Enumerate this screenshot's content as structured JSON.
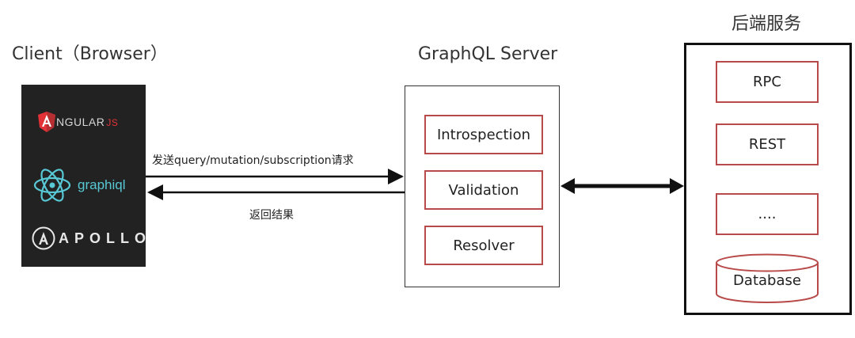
{
  "client": {
    "title": "Client（Browser）",
    "logos": {
      "angular_main": "NGULAR",
      "angular_suffix": "JS",
      "graphiql": "graphiql",
      "apollo": "APOLLO"
    }
  },
  "server": {
    "title": "GraphQL Server",
    "components": [
      "Introspection",
      "Validation",
      "Resolver"
    ]
  },
  "backend": {
    "title": "后端服务",
    "services": [
      "RPC",
      "REST",
      "....",
      "Database"
    ]
  },
  "arrows": {
    "request_label": "发送query/mutation/subscription请求",
    "response_label": "返回结果"
  },
  "colors": {
    "component_border": "#b94a4a",
    "client_bg": "#222222",
    "angular_red": "#e23237",
    "graphiql_cyan": "#58c8d5"
  }
}
